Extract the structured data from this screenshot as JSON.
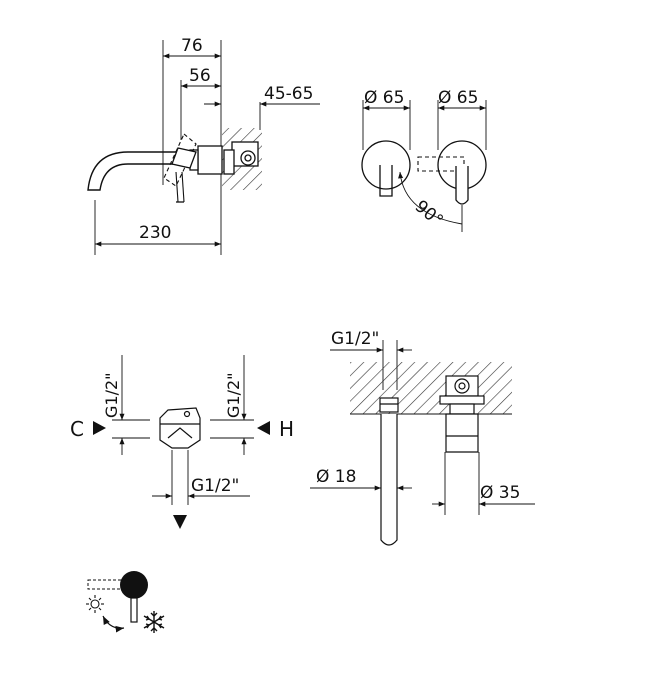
{
  "labels": {
    "dim_76": "76",
    "dim_56": "56",
    "dim_45_65": "45-65",
    "dim_230": "230",
    "dim_d65_left": "Ø 65",
    "dim_d65_right": "Ø 65",
    "angle_90": "90°",
    "valve_g12_left": "G1/2\"",
    "valve_g12_right": "G1/2\"",
    "valve_g12_bottom": "G1/2\"",
    "port_cold": "C",
    "port_hot": "H",
    "section_g12": "G1/2\"",
    "dim_d18": "Ø 18",
    "dim_d35": "Ø 35"
  },
  "icons": {
    "hot": "sun-icon",
    "cold": "snowflake-icon",
    "rotate": "rotate-arrow-icon",
    "lever": "lever-knob-icon"
  },
  "colors": {
    "line": "#111111",
    "hatch": "#333333",
    "background": "#ffffff"
  }
}
